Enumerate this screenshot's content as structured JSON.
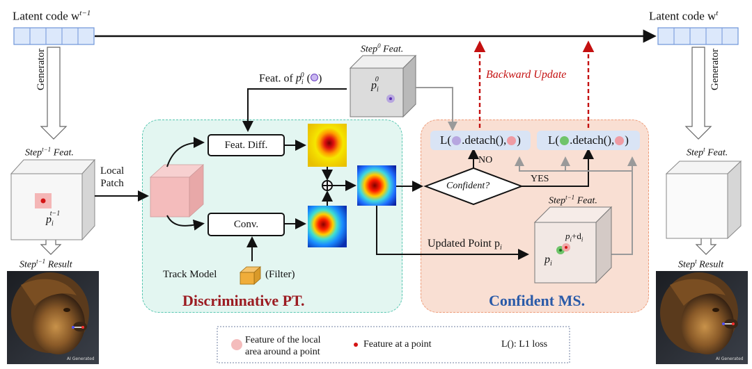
{
  "latent_left": "Latent code w",
  "latent_left_sup": "t−1",
  "latent_right": "Latent code w",
  "latent_right_sup": "t",
  "generator_left": "Generator",
  "generator_right": "Generator",
  "step_prev_feat": "Step",
  "step_prev_feat_sup": "t−1",
  "step_prev_feat_suffix": " Feat.",
  "step_prev_point": "p",
  "step_prev_point_sub": "i",
  "step_prev_point_sup": "t−1",
  "step_prev_result": "Step",
  "step_prev_result_sup": "t−1",
  "step_prev_result_suffix": " Result",
  "local_patch_1": "Local",
  "local_patch_2": "Patch",
  "feat_of_label": "Feat. of",
  "step0_feat": "Step",
  "step0_feat_sup": "0",
  "step0_feat_suffix": " Feat.",
  "step0_point": "p",
  "step0_point_sub": "i",
  "step0_point_sup": "0",
  "feat_diff": "Feat. Diff.",
  "conv": "Conv.",
  "track_model": "Track Model",
  "filter": "(Filter)",
  "discriminative": "Discriminative PT.",
  "confident_ms": "Confident MS.",
  "backward_update": "Backward Update",
  "loss_left": ".detach(),",
  "loss_right": ".detach(),",
  "loss_prefix": "L(",
  "loss_suffix": ")",
  "no_label": "NO",
  "yes_label": "YES",
  "confident_q": "Confident?",
  "step_prev_feat_right": "Step",
  "step_prev_feat_right_sup": "t−1",
  "step_prev_feat_right_suffix": " Feat.",
  "updated_point": "Updated Point p",
  "updated_point_sub": "i",
  "pd_label": "p",
  "pd_sub": "i",
  "pd_plus": "+d",
  "pd_sub2": "i",
  "pi_label": "p",
  "pi_sub": "i",
  "step_t_feat": "Step",
  "step_t_feat_sup": "t",
  "step_t_feat_suffix": " Feat.",
  "step_t_result": "Step",
  "step_t_result_sup": "t",
  "step_t_result_suffix": " Result",
  "ai_generated": "AI Generated",
  "legend": {
    "area_1": "Feature of the local",
    "area_2": "area around a point",
    "point": "Feature at a point",
    "loss": "L(): L1 loss"
  },
  "colors": {
    "latent_fill": "#dce8fb",
    "latent_stroke": "#6f95d8",
    "discriminative_bg": "#e3f6f1",
    "discriminative_border": "#55c6b0",
    "discriminative_text": "#9b1c22",
    "confident_bg": "#f9dfd3",
    "confident_border": "#ee9b78",
    "confident_text": "#2a5aa8",
    "backward": "#c41010",
    "loss_bg": "#d9e4f5"
  }
}
